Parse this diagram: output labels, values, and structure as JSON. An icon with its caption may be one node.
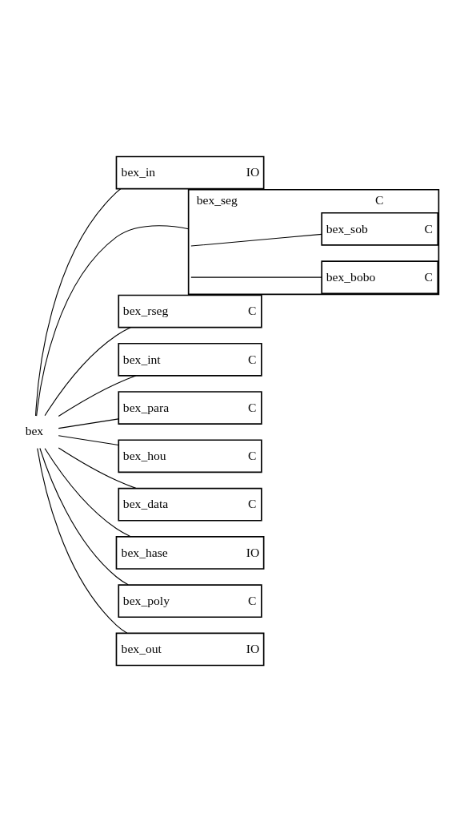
{
  "diagram": {
    "nodes": [
      {
        "text": [
          "bex"
        ]
      },
      {
        "text": [
          "bex_in",
          "IO"
        ]
      },
      {
        "text": [
          "bex_seg",
          "C"
        ]
      },
      {
        "text": [
          "bex_sob",
          "C"
        ],
        "in": 2
      },
      {
        "text": [
          "bex_bobo",
          "C"
        ],
        "in": 2
      },
      {
        "text": [
          "bex_rseg",
          "C"
        ]
      },
      {
        "text": [
          "bex_int",
          "C"
        ]
      },
      {
        "text": [
          "bex_para",
          "C"
        ]
      },
      {
        "text": [
          "bex_hou",
          "C"
        ]
      },
      {
        "text": [
          "bex_data",
          "C"
        ]
      },
      {
        "text": [
          "bex_hase",
          "IO"
        ]
      },
      {
        "text": [
          "bex_poly",
          "C"
        ]
      },
      {
        "text": [
          "bex_out",
          "IO"
        ]
      }
    ],
    "edges": [
      {
        "from": 0,
        "to": 1,
        "arrow": "none"
      },
      {
        "from": 0,
        "to": 2,
        "arrow": "none"
      },
      {
        "from": 2,
        "to": 3,
        "arrow": "none"
      },
      {
        "from": 2,
        "to": 4,
        "arrow": "none"
      },
      {
        "from": 0,
        "to": 5,
        "arrow": "none"
      },
      {
        "from": 0,
        "to": 6,
        "arrow": "none"
      },
      {
        "from": 0,
        "to": 7,
        "arrow": "none"
      },
      {
        "from": 0,
        "to": 8,
        "arrow": "none"
      },
      {
        "from": 0,
        "to": 9,
        "arrow": "none"
      },
      {
        "from": 0,
        "to": 10,
        "arrow": "none"
      },
      {
        "from": 0,
        "to": 11,
        "arrow": "none"
      },
      {
        "from": 0,
        "to": 12,
        "arrow": "none"
      }
    ]
  }
}
